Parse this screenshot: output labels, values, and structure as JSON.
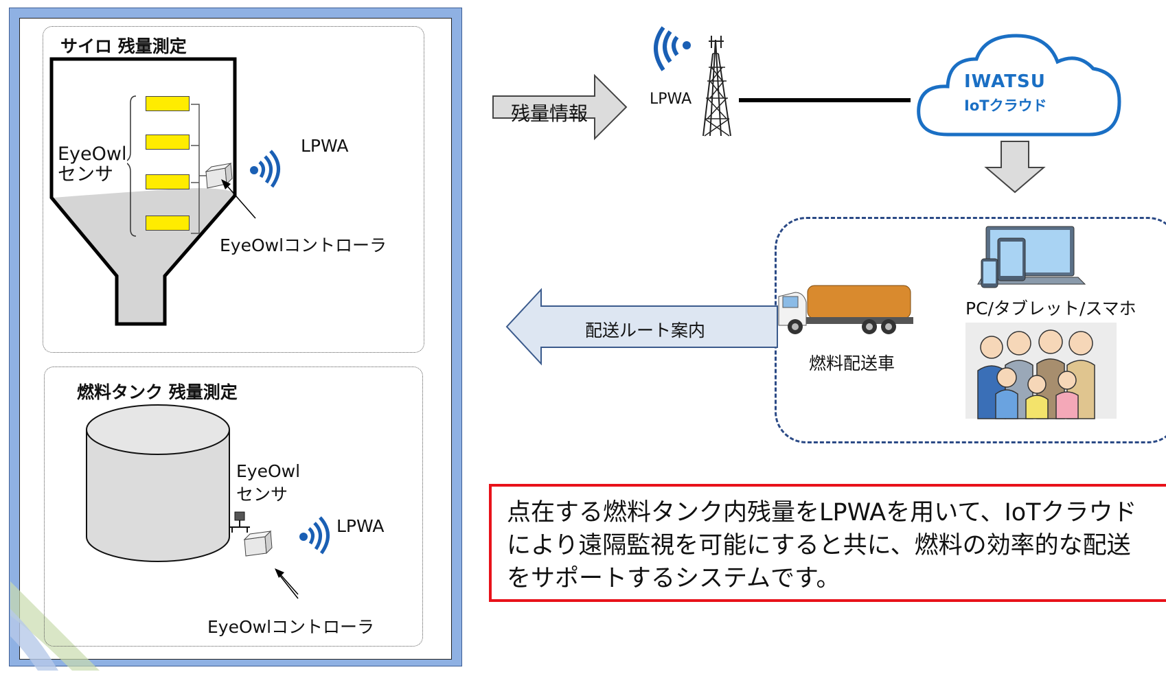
{
  "silo_panel": {
    "title": "サイロ 残量測定",
    "sensor_label_line1": "EyeOwl",
    "sensor_label_line2": "センサ",
    "lpwa_label": "LPWA",
    "controller_label": "EyeOwlコントローラ"
  },
  "tank_panel": {
    "title": "燃料タンク 残量測定",
    "sensor_label_line1": "EyeOwl",
    "sensor_label_line2": "センサ",
    "lpwa_label": "LPWA",
    "controller_label": "EyeOwlコントローラ"
  },
  "network": {
    "data_arrow_label": "残量情報",
    "tower_label": "LPWA",
    "cloud_brand": "IWATSU",
    "cloud_label": "IoTクラウド"
  },
  "delivery": {
    "route_arrow_label": "配送ルート案内",
    "devices_label": "PC/タブレット/スマホ",
    "truck_label": "燃料配送車"
  },
  "summary": {
    "line1": "点在する燃料タンク内残量をLPWAを用いて、IoTクラウド",
    "line2": "により遠隔監視を可能にすると共に、燃料の効率的な配送",
    "line3": "をサポートするシステムです。"
  },
  "colors": {
    "panel_frame": "#8fb1e3",
    "sensor_yellow": "#ffec00",
    "cloud_blue": "#1a6fc4",
    "note_border": "#e8121a",
    "dashed_border": "#2b4a86"
  },
  "icons": [
    "wireless-signal-icon",
    "radio-tower-icon",
    "cloud-icon",
    "truck-icon",
    "laptop-icon",
    "tablet-icon",
    "smartphone-icon",
    "people-illustration",
    "arrow-right-icon",
    "arrow-left-icon",
    "arrow-down-icon"
  ]
}
